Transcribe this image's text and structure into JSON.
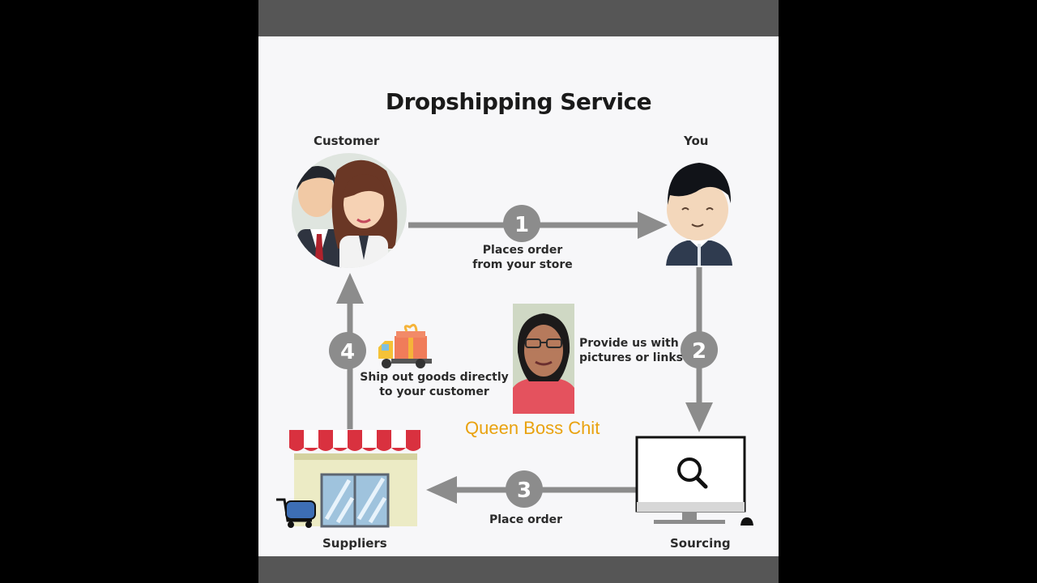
{
  "diagram": {
    "title": "Dropshipping Service",
    "nodes": {
      "customer": "Customer",
      "you": "You",
      "sourcing": "Sourcing",
      "suppliers": "Suppliers"
    },
    "steps": [
      {
        "number": "1",
        "caption_line1": "Places order",
        "caption_line2": "from your store"
      },
      {
        "number": "2",
        "caption_line1": "Provide us with",
        "caption_line2": "pictures or links"
      },
      {
        "number": "3",
        "caption_line1": "Place order",
        "caption_line2": ""
      },
      {
        "number": "4",
        "caption_line1": "Ship out goods directly",
        "caption_line2": "to your customer"
      }
    ],
    "watermark": "Queen Boss Chit"
  },
  "colors": {
    "arrow": "#8c8c8c",
    "badge_text": "#e9a20f",
    "awning_red": "#d9313f"
  },
  "icons": [
    "customer-couple-icon",
    "you-person-icon",
    "computer-search-icon",
    "store-icon",
    "delivery-truck-icon",
    "presenter-photo"
  ]
}
